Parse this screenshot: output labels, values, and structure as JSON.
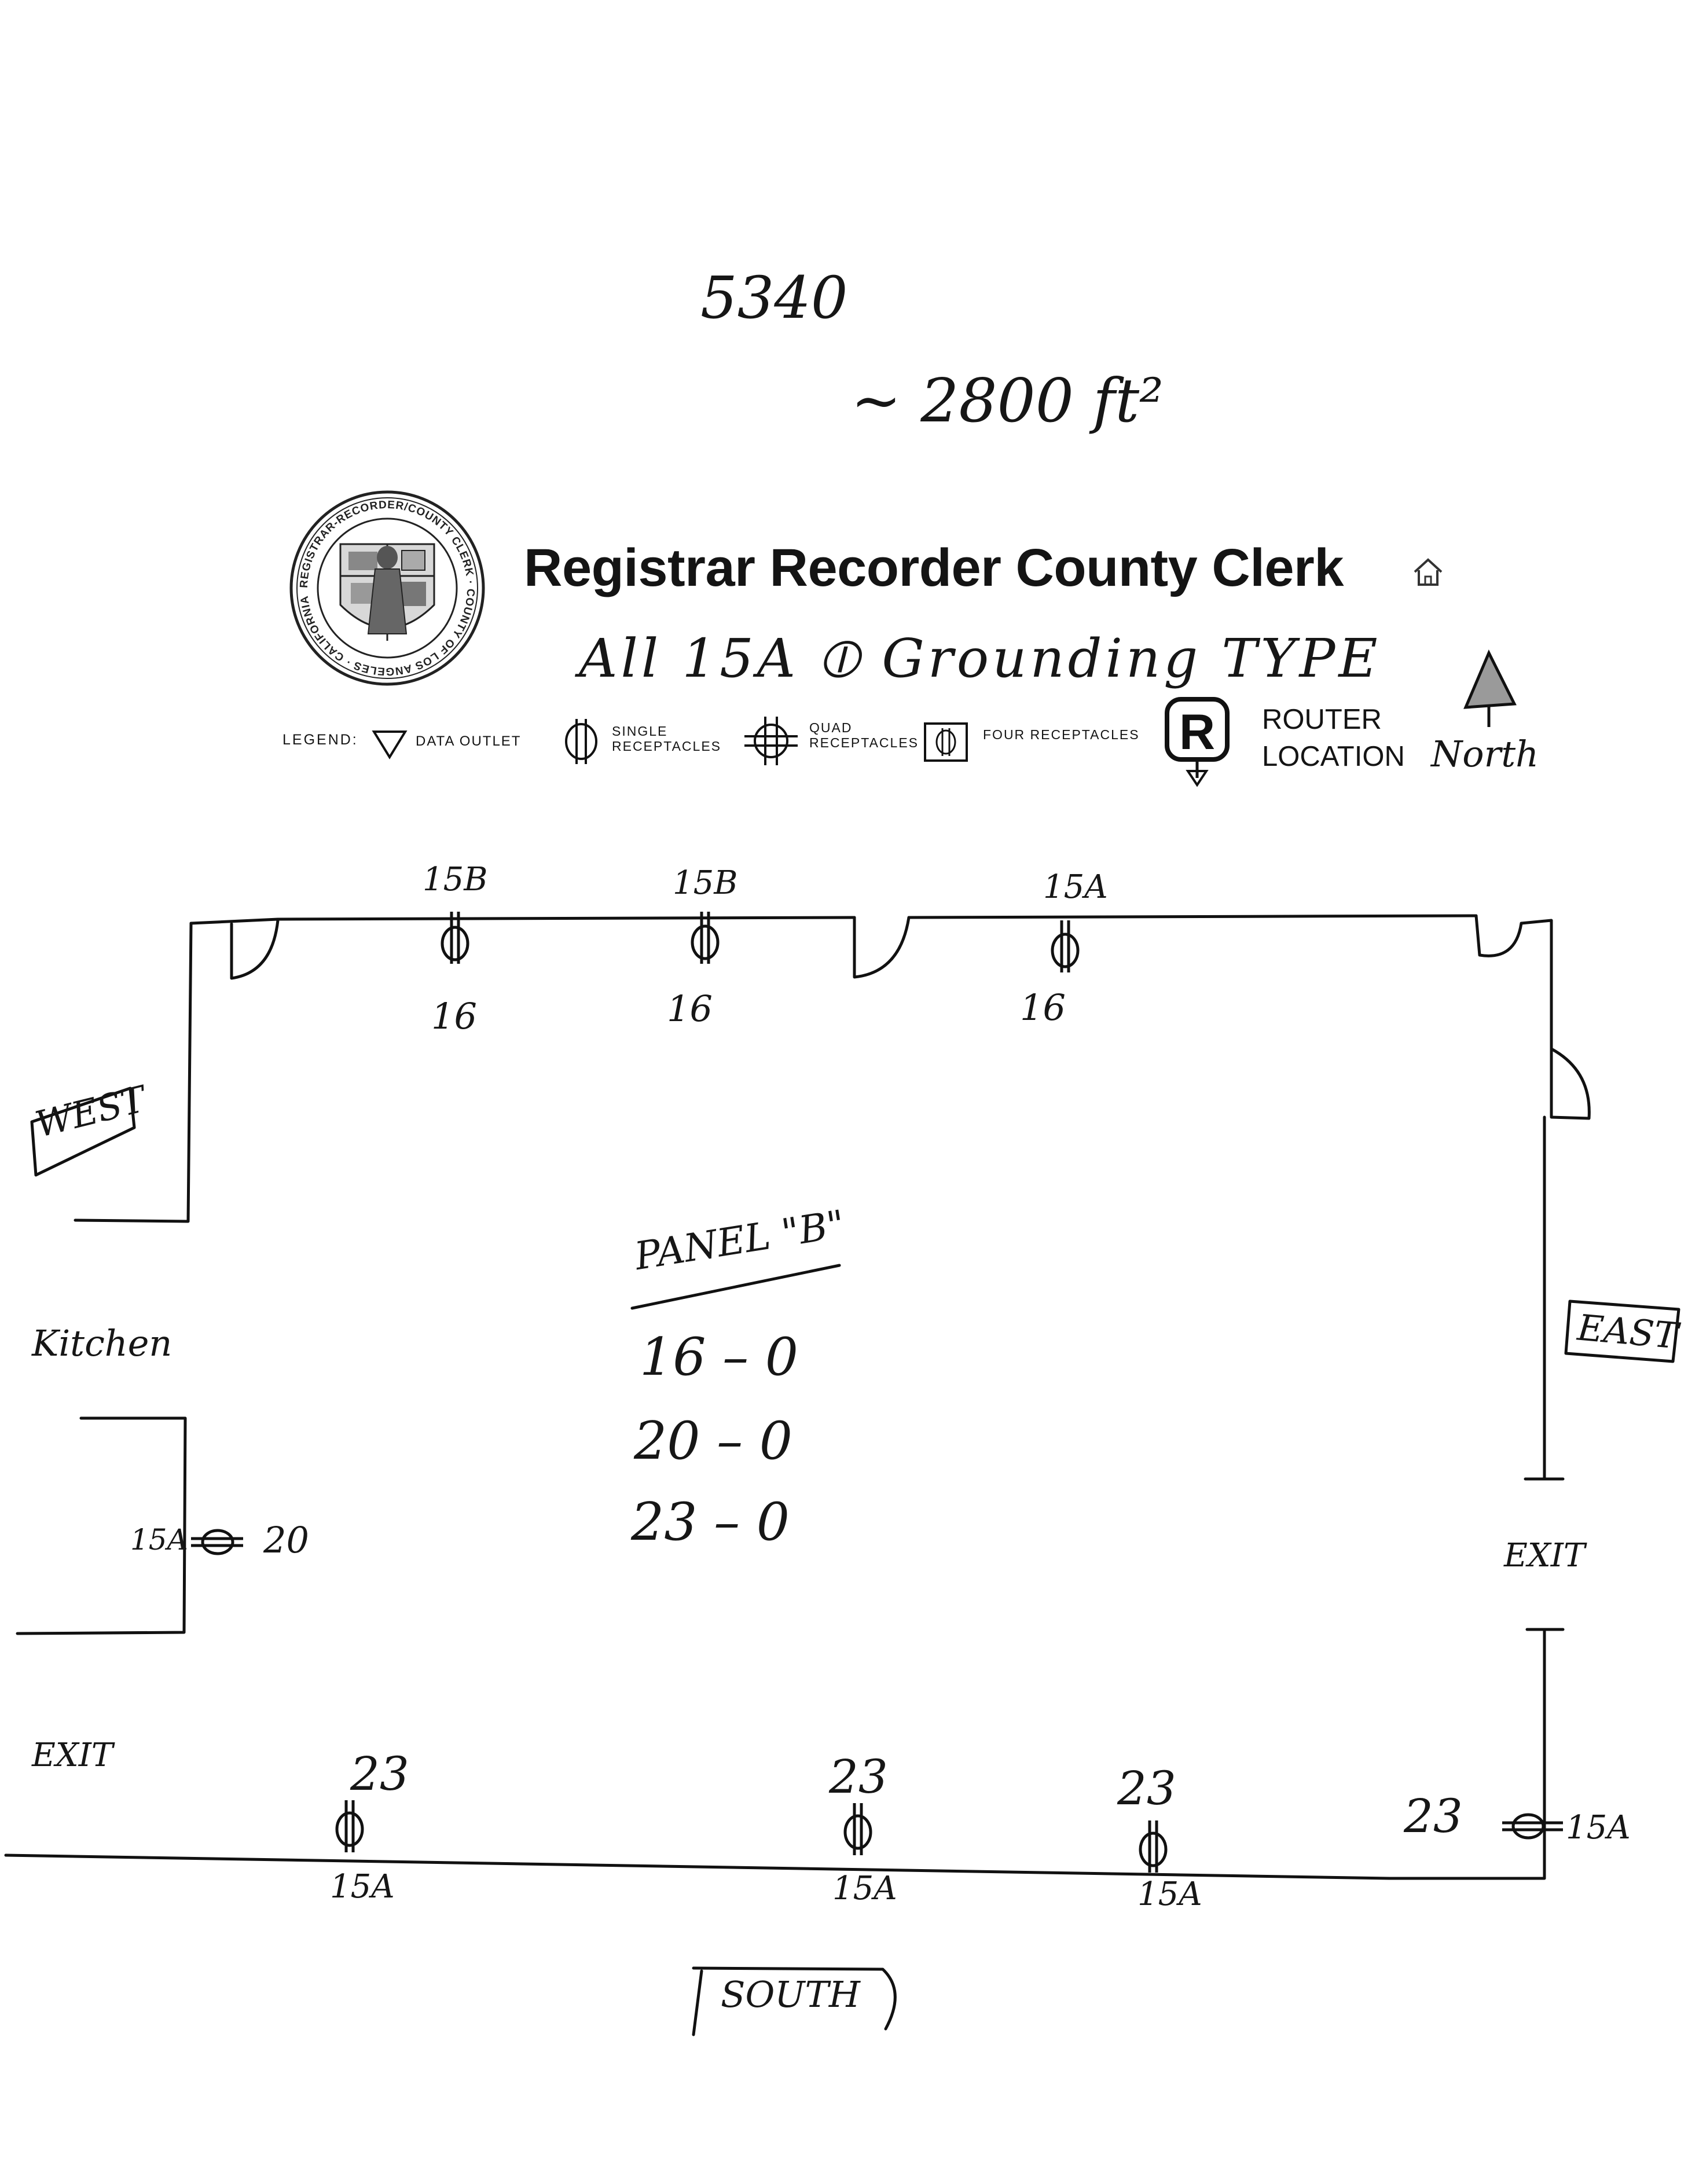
{
  "annotations": {
    "building_number": "5340",
    "area": "~ 2800 ft²",
    "note": "All 15A ⦶ Grounding TYPE"
  },
  "header": {
    "title": "Registrar Recorder County Clerk",
    "seal_text": "REGISTRAR-RECORDER/COUNTY CLERK · COUNTY OF LOS ANGELES · CALIFORNIA"
  },
  "legend": {
    "prefix": "LEGEND:",
    "items": [
      {
        "symbol": "triangle-down-icon",
        "label": "DATA OUTLET"
      },
      {
        "symbol": "single-receptacle-icon",
        "label_line1": "SINGLE",
        "label_line2": "RECEPTACLES"
      },
      {
        "symbol": "quad-receptacle-icon",
        "label_line1": "QUAD",
        "label_line2": "RECEPTACLES"
      },
      {
        "symbol": "four-receptacle-icon",
        "label": "FOUR RECEPTACLES"
      },
      {
        "symbol": "router-icon",
        "icon_letter": "R",
        "label_line1": "ROUTER",
        "label_line2": "LOCATION"
      }
    ],
    "north_label": "North"
  },
  "floor_plan": {
    "directions": {
      "west": "WEST",
      "east": "EAST",
      "south": "SOUTH"
    },
    "rooms": {
      "kitchen": "Kitchen"
    },
    "exits": [
      "EXIT",
      "EXIT"
    ],
    "panel": {
      "title": "PANEL \"B\"",
      "circuits": [
        {
          "number": "16",
          "value": "0"
        },
        {
          "number": "20",
          "value": "0"
        },
        {
          "number": "23",
          "value": "0"
        }
      ]
    },
    "north_wall_outlets": [
      {
        "amp": "15B",
        "circuit": "16"
      },
      {
        "amp": "15B",
        "circuit": "16"
      },
      {
        "amp": "15A",
        "circuit": "16"
      }
    ],
    "west_wall_outlet": {
      "amp": "15A",
      "circuit": "20"
    },
    "south_wall_outlets": [
      {
        "amp": "15A",
        "circuit": "23"
      },
      {
        "amp": "15A",
        "circuit": "23"
      },
      {
        "amp": "15A",
        "circuit": "23"
      },
      {
        "amp": "15A",
        "circuit": "23"
      }
    ]
  }
}
